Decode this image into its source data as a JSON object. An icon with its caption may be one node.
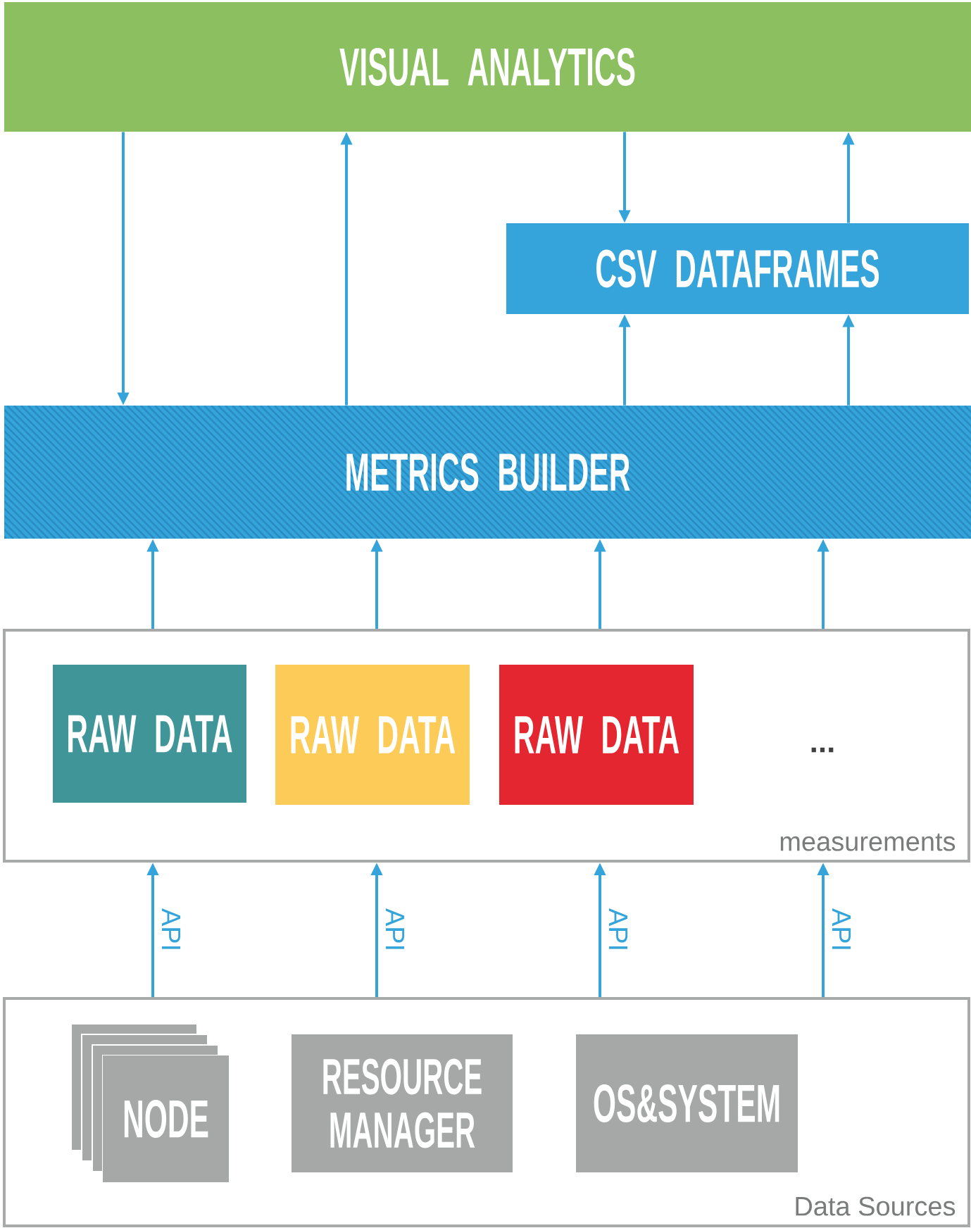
{
  "diagram": {
    "nodes": [
      {
        "text": [
          "VISUAL ANALYTICS"
        ]
      },
      {
        "text": [
          "CSV DATAFRAMES"
        ]
      },
      {
        "text": [
          "METRICS BUILDER"
        ]
      },
      {
        "text": [
          "measurements"
        ]
      },
      {
        "text": [
          "RAW DATA"
        ],
        "in": 3
      },
      {
        "text": [
          "RAW DATA"
        ],
        "in": 3
      },
      {
        "text": [
          "RAW DATA"
        ],
        "in": 3
      },
      {
        "text": [
          "Data Sources"
        ]
      },
      {
        "text": [
          "NODE"
        ],
        "in": 7
      },
      {
        "text": [
          "RESOURCE MANAGER"
        ],
        "in": 7
      },
      {
        "text": [
          "OS&SYSTEM"
        ],
        "in": 7
      }
    ],
    "edges": [
      {
        "from": 0,
        "to": 2,
        "arrow": "to"
      },
      {
        "from": 2,
        "to": 0,
        "arrow": "to"
      },
      {
        "from": 0,
        "to": 1,
        "arrow": "to"
      },
      {
        "from": 1,
        "to": 0,
        "arrow": "to"
      },
      {
        "from": 2,
        "to": 1,
        "arrow": "to"
      },
      {
        "from": 2,
        "to": 1,
        "arrow": "to"
      },
      {
        "from": 3,
        "to": 2,
        "arrow": "to"
      },
      {
        "from": 3,
        "to": 2,
        "arrow": "to"
      },
      {
        "from": 3,
        "to": 2,
        "arrow": "to"
      },
      {
        "from": 3,
        "to": 2,
        "arrow": "to"
      },
      {
        "from": 7,
        "to": 3,
        "arrow": "to",
        "label": "API"
      },
      {
        "from": 7,
        "to": 3,
        "arrow": "to",
        "label": "API"
      },
      {
        "from": 7,
        "to": 3,
        "arrow": "to",
        "label": "API"
      },
      {
        "from": 7,
        "to": 3,
        "arrow": "to",
        "label": "API"
      }
    ],
    "labels": [
      "..."
    ]
  }
}
